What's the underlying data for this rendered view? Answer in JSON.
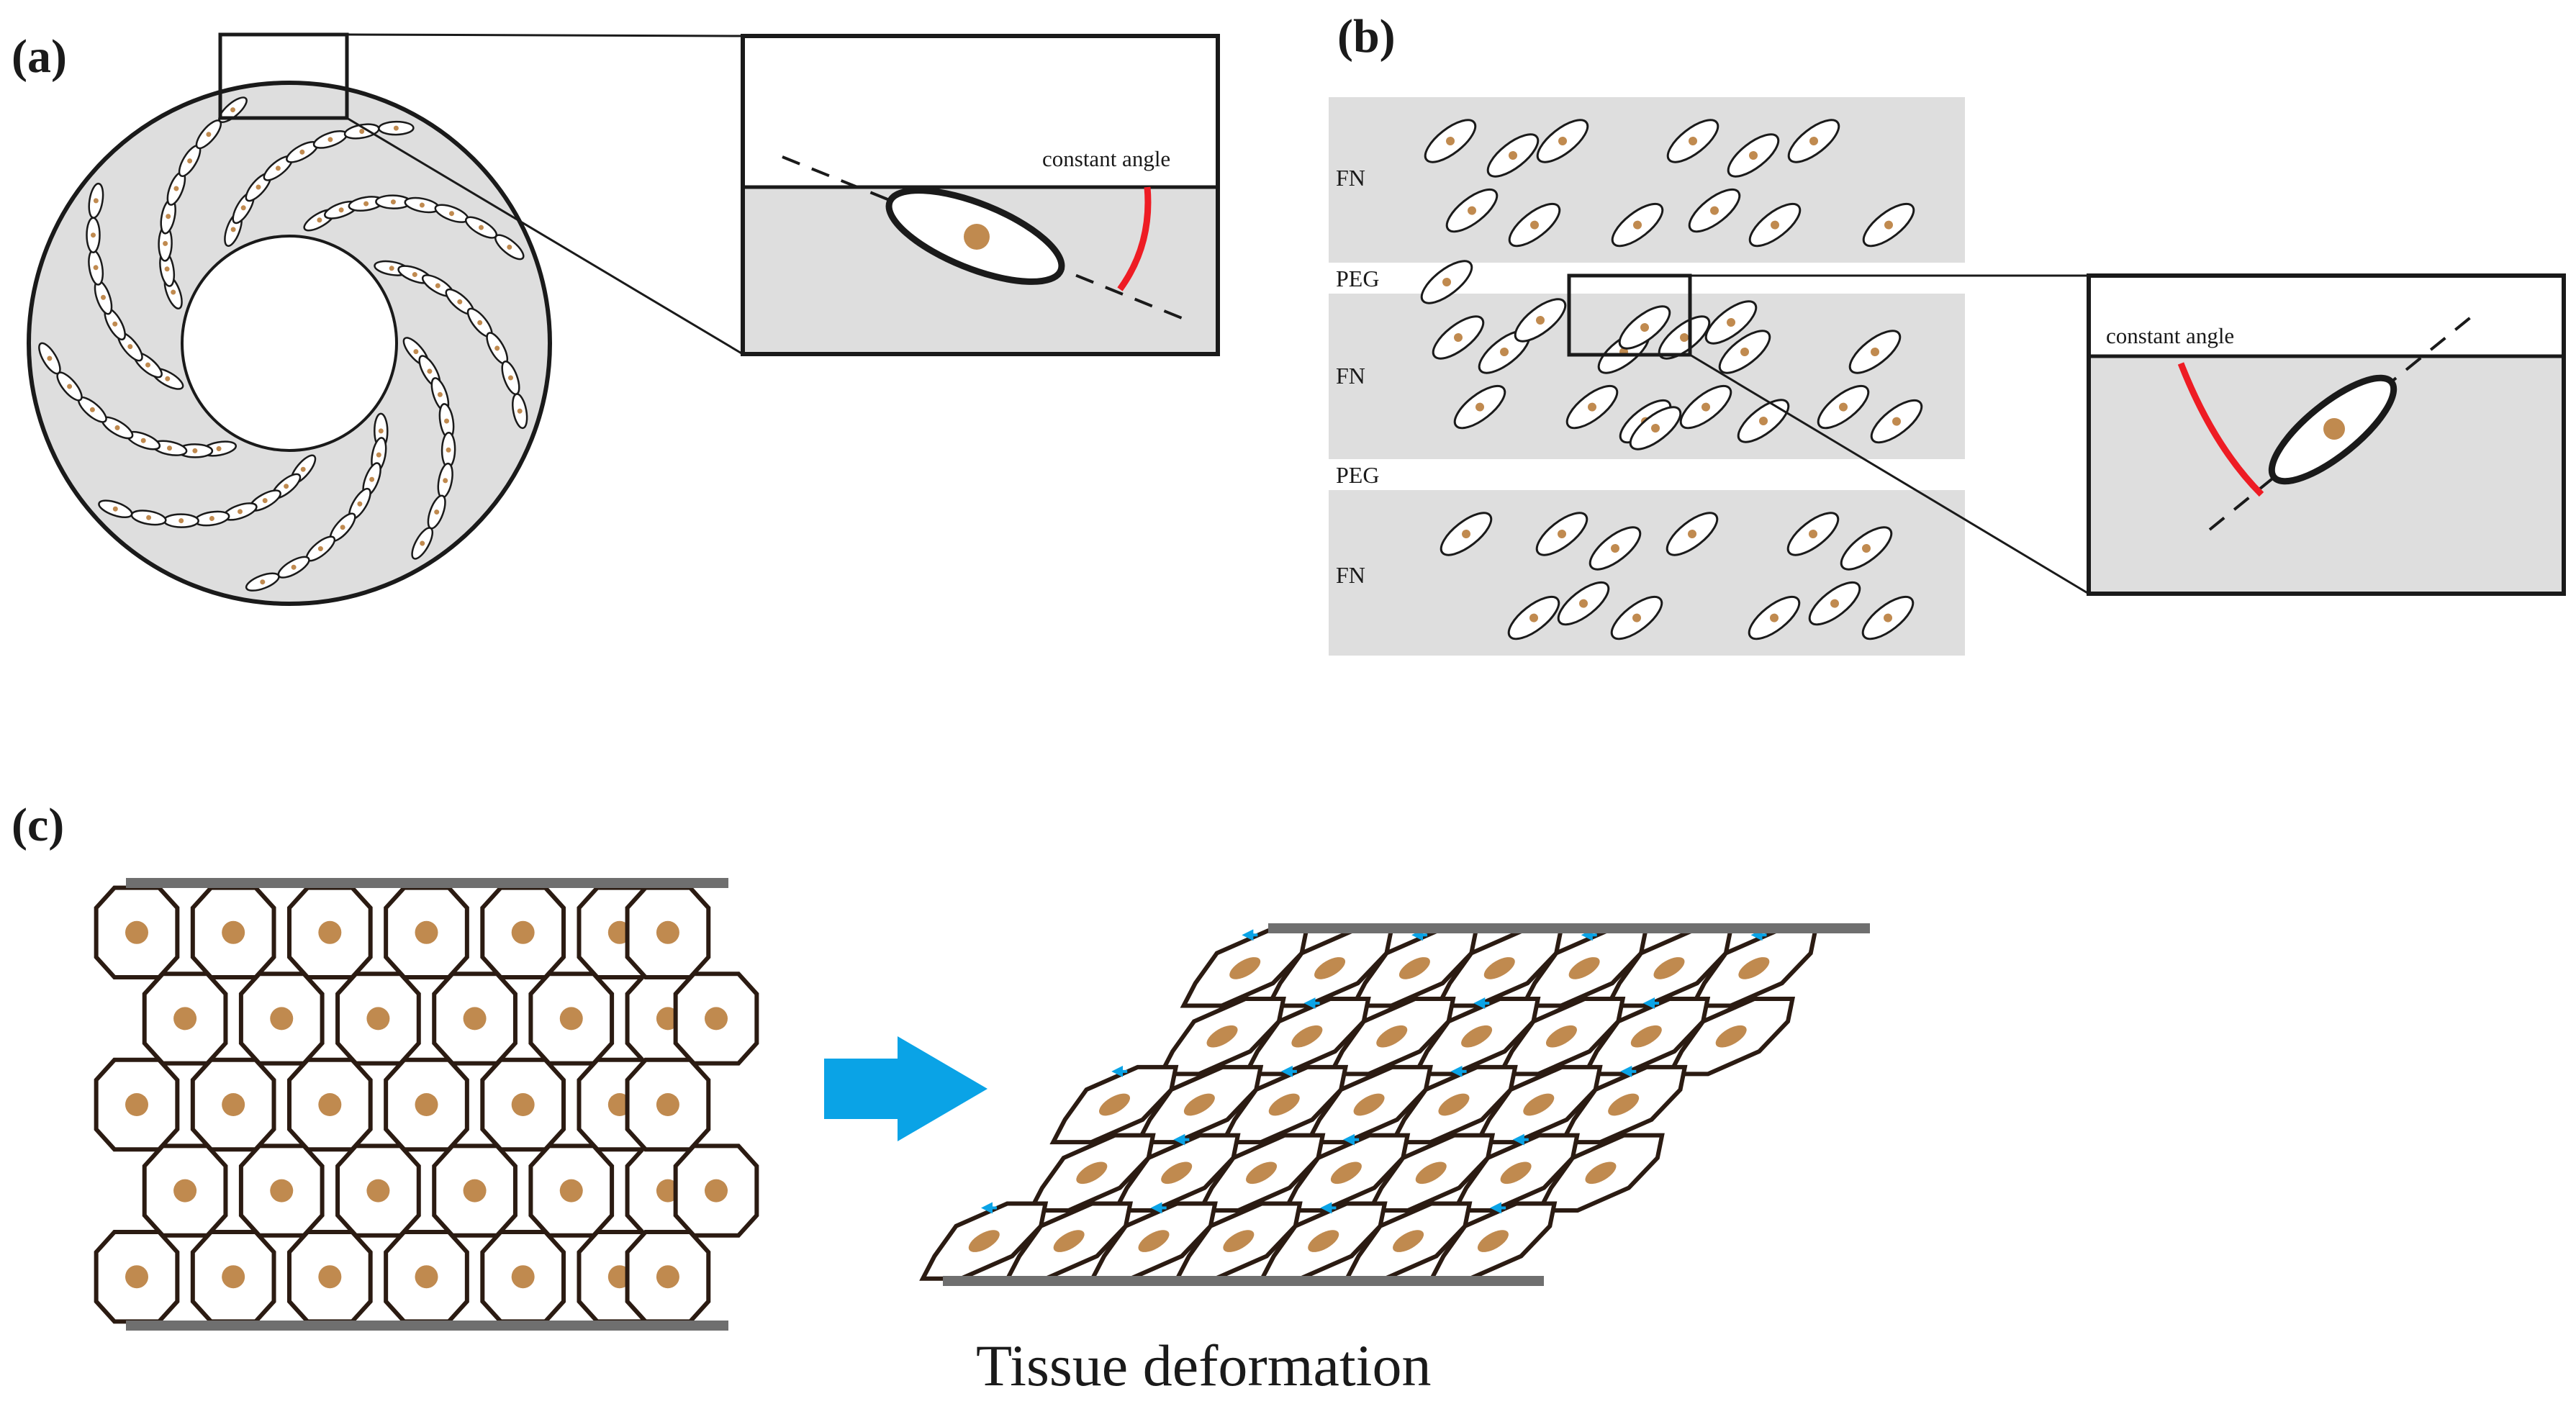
{
  "panels": {
    "a": {
      "label": "(a)",
      "zoom_label": "constant angle"
    },
    "b": {
      "label": "(b)",
      "zoom_label": "constant angle",
      "stripes": [
        "FN",
        "PEG",
        "FN",
        "PEG",
        "FN"
      ]
    },
    "c": {
      "label": "(c)",
      "caption": "Tissue deformation"
    }
  },
  "colors": {
    "substrate": "#dedede",
    "nucleus": "#c08a4f",
    "cell_border": "#2b1b12",
    "angle_arc": "#ee1c24",
    "arrow": "#0aa3e6",
    "plate": "#6f6f6f"
  }
}
